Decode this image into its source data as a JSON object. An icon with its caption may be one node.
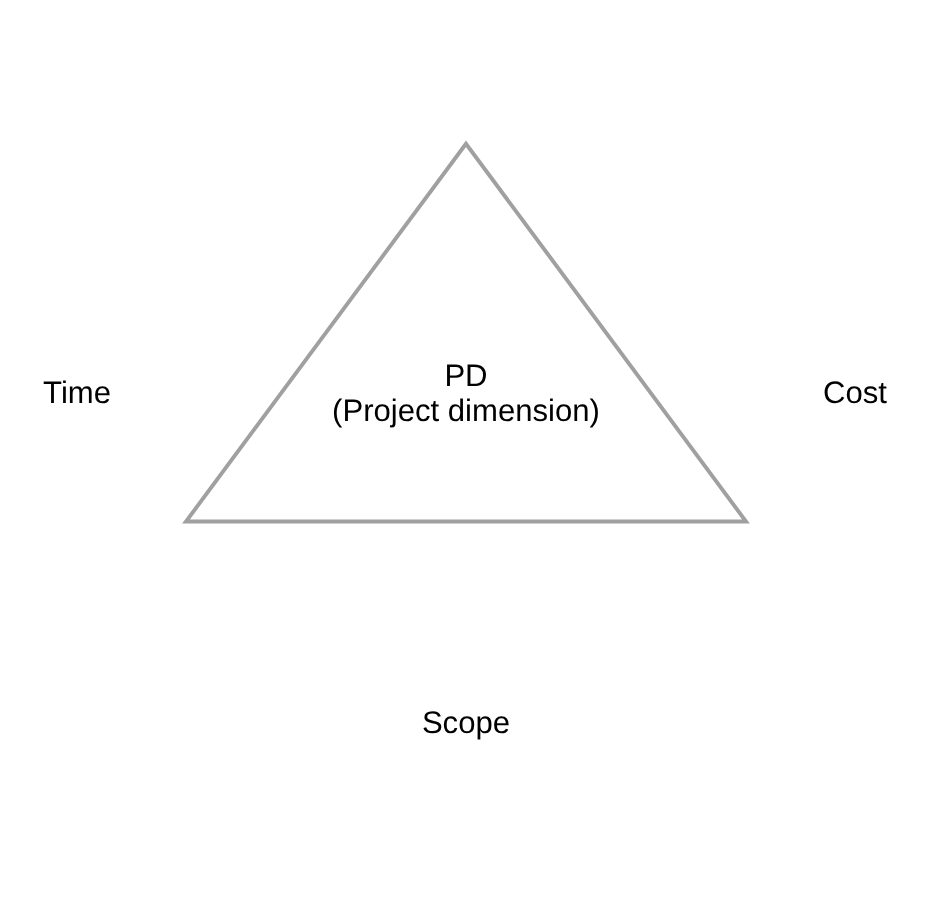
{
  "diagram": {
    "nodes": [
      {
        "text": [
          "PD",
          "(Project dimension)"
        ]
      }
    ],
    "edges": [],
    "labels": [
      "Time",
      "Cost",
      "Scope"
    ]
  }
}
